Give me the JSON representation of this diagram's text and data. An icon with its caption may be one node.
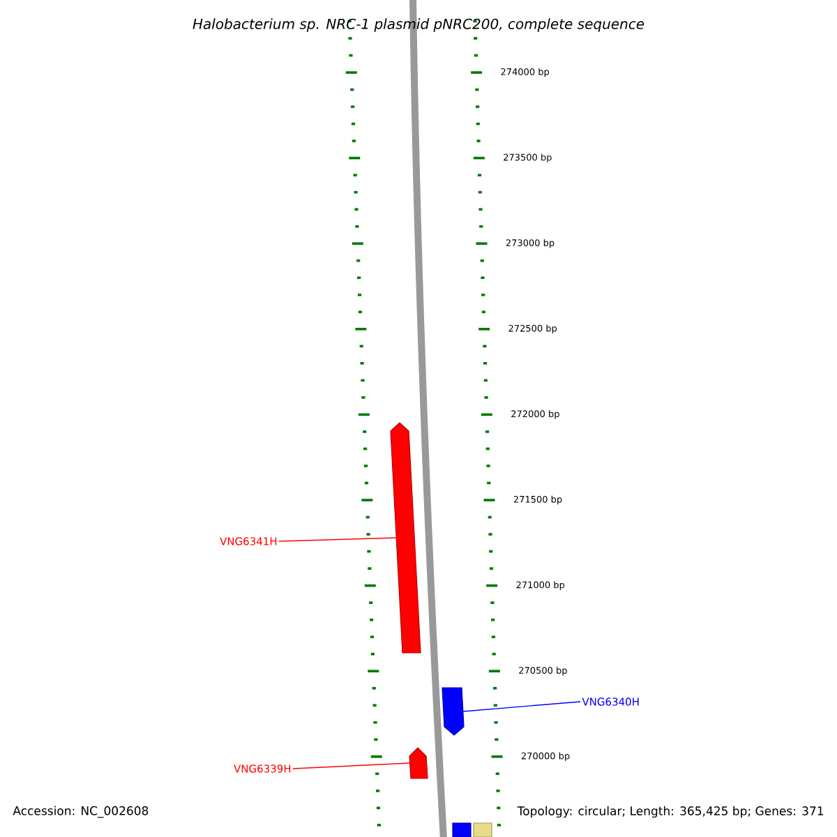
{
  "diagram": {
    "title": "Halobacterium sp. NRC-1 plasmid pNRC200, complete sequence",
    "nodes": [
      {
        "text": [
          "VNG6341H"
        ]
      },
      {
        "text": [],
        "shape": "arrow"
      },
      {
        "text": [
          "VNG6340H"
        ]
      },
      {
        "text": [],
        "shape": "arrow"
      },
      {
        "text": [
          "VNG6339H"
        ]
      },
      {
        "text": [],
        "shape": "arrow"
      },
      {
        "text": [],
        "shape": "bar"
      },
      {
        "text": [],
        "shape": "bar"
      }
    ],
    "edges": [
      {
        "from": 0,
        "to": 1,
        "arrow": "none",
        "color": "#ff0000"
      },
      {
        "from": 2,
        "to": 3,
        "arrow": "none",
        "color": "#0000ff"
      },
      {
        "from": 4,
        "to": 5,
        "arrow": "none",
        "color": "#ff0000"
      }
    ],
    "labels": [
      "274000 bp",
      "273500 bp",
      "273000 bp",
      "272500 bp",
      "272000 bp",
      "271500 bp",
      "271000 bp",
      "270500 bp",
      "270000 bp",
      "Accession: NC_002608",
      "Topology: circular; Length: 365,425 bp; Genes: 371"
    ]
  }
}
